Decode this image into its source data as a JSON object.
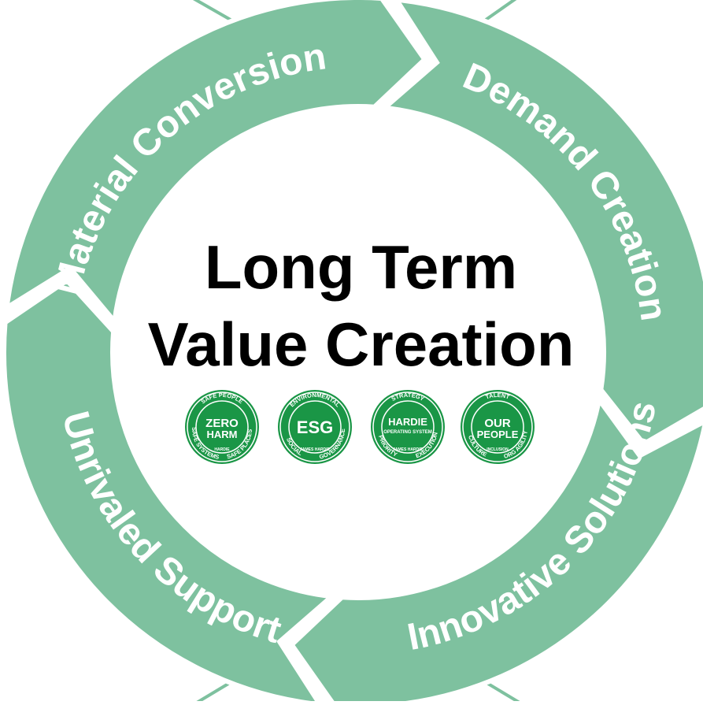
{
  "title": {
    "line1": "Long Term",
    "line2": "Value Creation"
  },
  "colors": {
    "ring": "#7ec19f",
    "badge": "#1a9646",
    "badge_ring": "#ffffff",
    "gap": "#ffffff",
    "text": "#000000"
  },
  "segments": [
    {
      "name": "material-conversion",
      "label": "Material Conversion"
    },
    {
      "name": "demand-creation",
      "label": "Demand Creation"
    },
    {
      "name": "innovative-solutions",
      "label": "Innovative Solutions"
    },
    {
      "name": "unrivaled-support",
      "label": "Unrivaled Support"
    }
  ],
  "badges": [
    {
      "name": "zero-harm-badge",
      "center_top": "ZERO",
      "center_bottom": "HARM",
      "ring_top": "SAFE PEOPLE",
      "ring_left": "SAFE SYSTEMS",
      "ring_right": "SAFE PLACES",
      "small": "HARDIE"
    },
    {
      "name": "esg-badge",
      "center_top": "ESG",
      "center_bottom": "",
      "ring_top": "ENVIRONMENTAL",
      "ring_left": "SOCIAL",
      "ring_right": "GOVERNANCE",
      "small": "JAMES HARDIE"
    },
    {
      "name": "hardie-operating-system-badge",
      "center_top": "HARDIE",
      "center_bottom": "OPERATING SYSTEM",
      "ring_top": "STRATEGY",
      "ring_left": "PRIORITY",
      "ring_right": "EXECUTION",
      "small": "JAMES HARDIE"
    },
    {
      "name": "our-people-badge",
      "center_top": "OUR",
      "center_bottom": "PEOPLE",
      "ring_top": "TALENT",
      "ring_left": "CULTURE",
      "ring_right": "ORG AGILITY",
      "small": "INCLUSION"
    }
  ]
}
